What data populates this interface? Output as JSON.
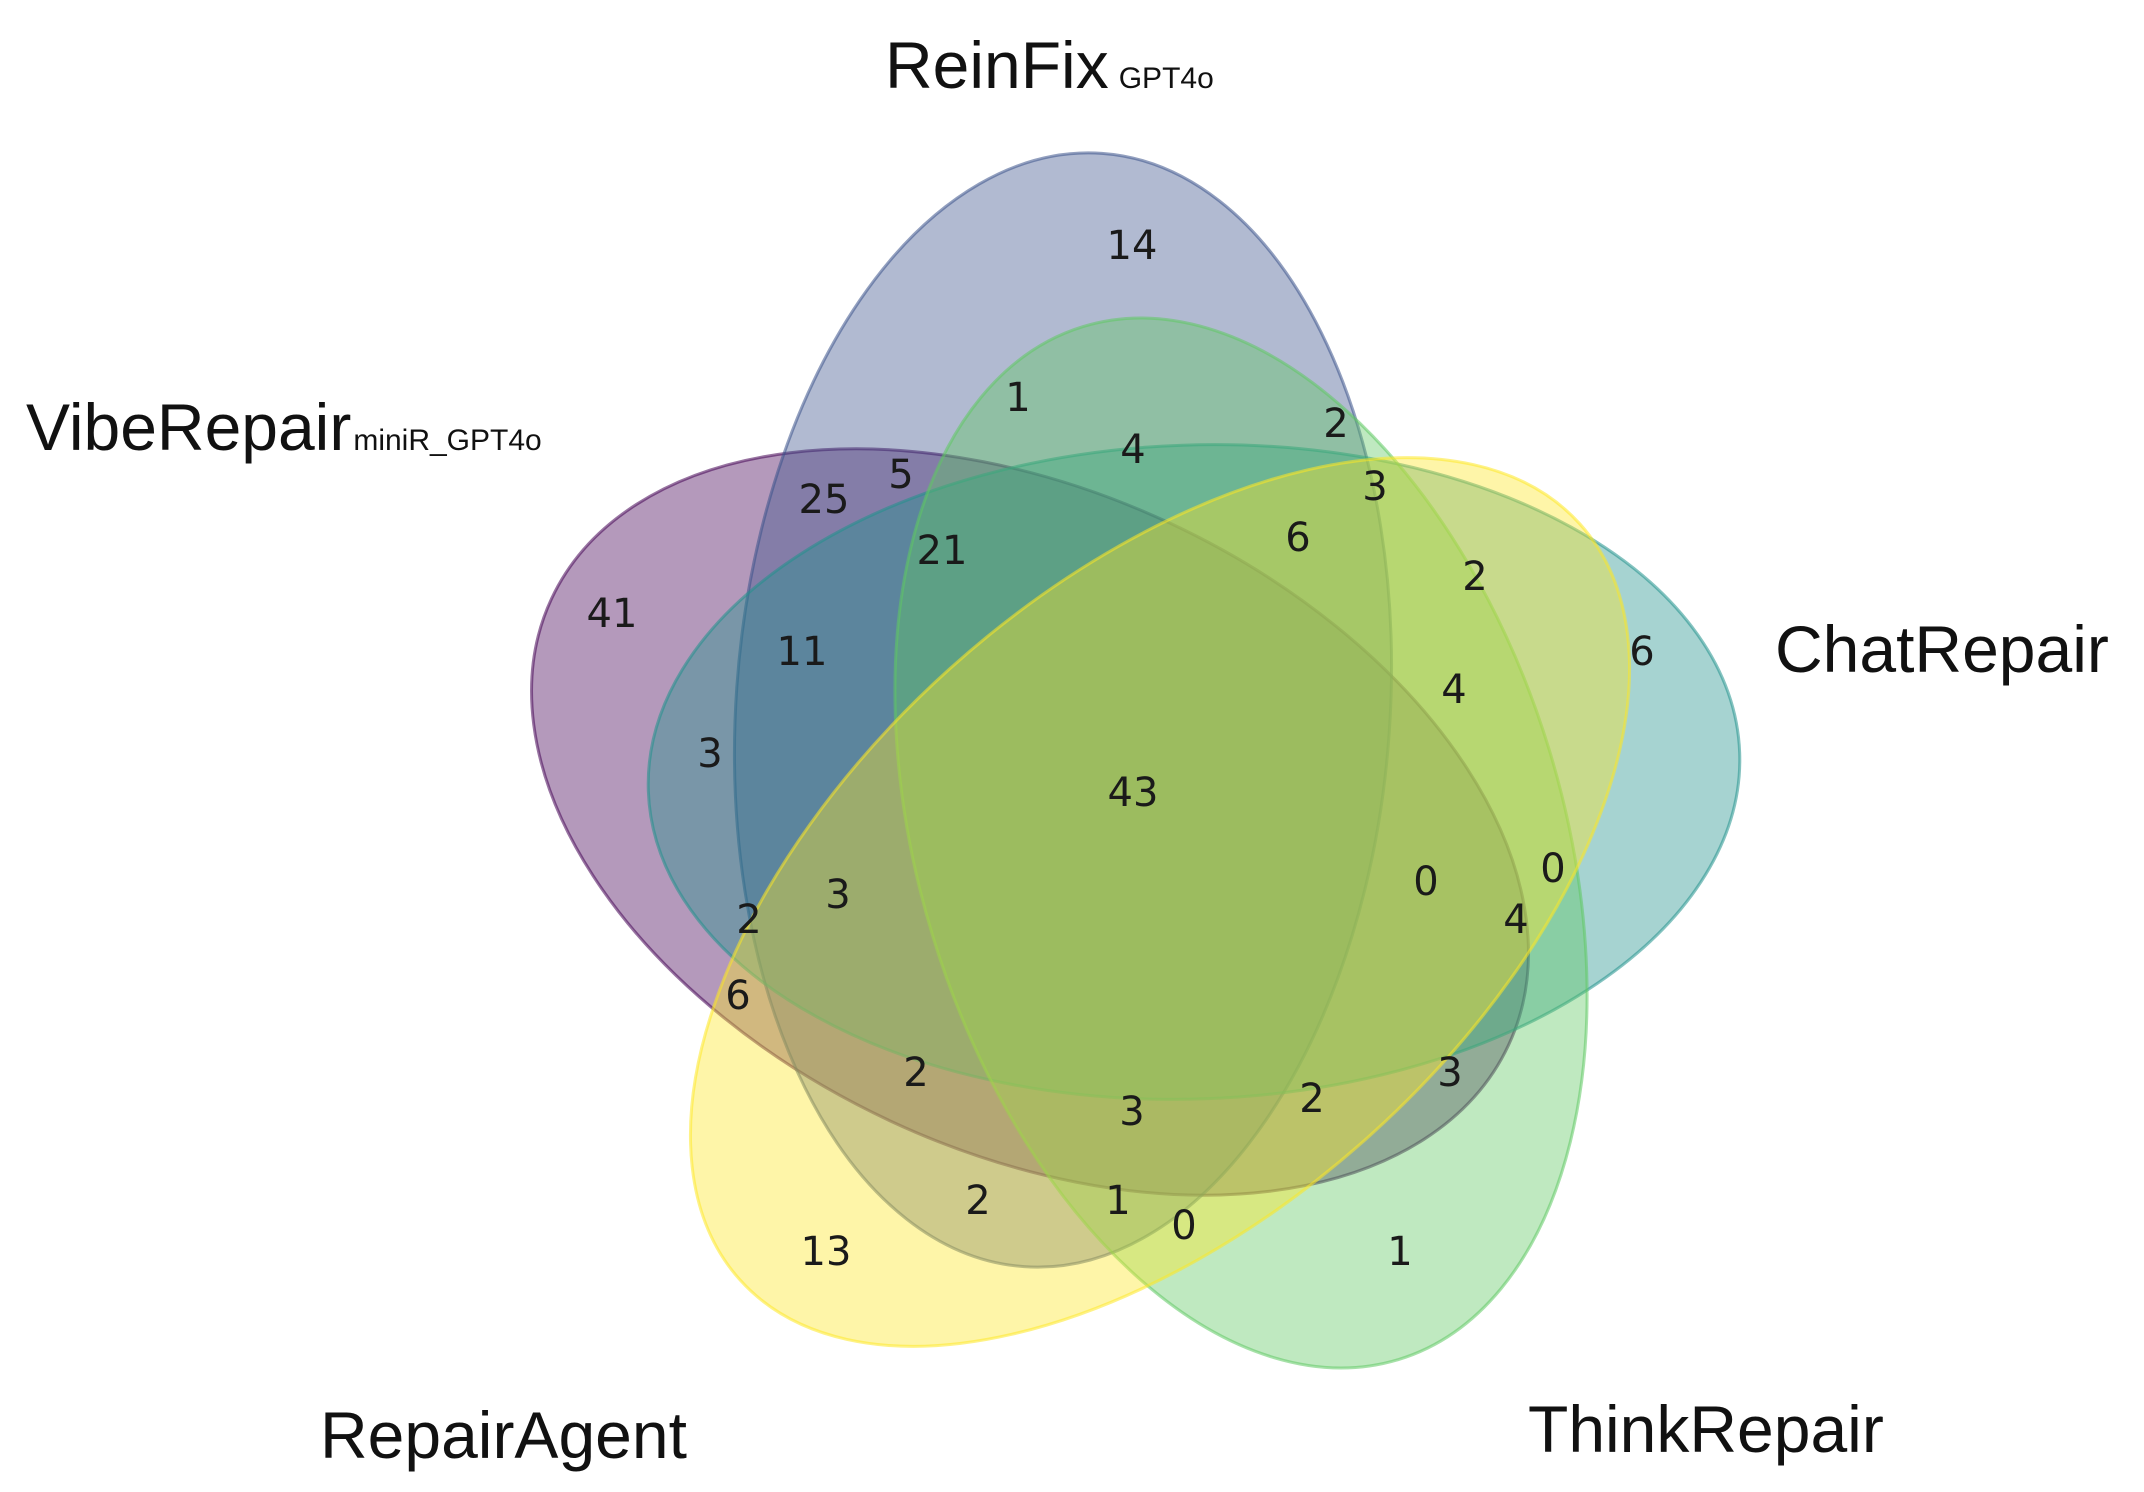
{
  "sets": [
    {
      "key": "vibe",
      "name": "VibeRepair",
      "sub": "miniR_GPT4o",
      "color": "#440154"
    },
    {
      "key": "rein",
      "name": "ReinFix",
      "sub": "GPT4o",
      "color": "#3b528b"
    },
    {
      "key": "chat",
      "name": "ChatRepair",
      "sub": "",
      "color": "#21918c"
    },
    {
      "key": "think",
      "name": "ThinkRepair",
      "sub": "",
      "color": "#5ec962"
    },
    {
      "key": "agent",
      "name": "RepairAgent",
      "sub": "",
      "color": "#fde725"
    }
  ],
  "regions": [
    {
      "id": "rein-only",
      "value": "14"
    },
    {
      "id": "rein-think",
      "value": "1"
    },
    {
      "id": "rein-chat",
      "value": "2"
    },
    {
      "id": "rein-chat-think",
      "value": "4"
    },
    {
      "id": "rein-vibe-a",
      "value": "5"
    },
    {
      "id": "rein-vibe-b",
      "value": "25"
    },
    {
      "id": "rein-chat-agent",
      "value": "3"
    },
    {
      "id": "vibe-rein-chat-think",
      "value": "21"
    },
    {
      "id": "rein-chat-think-agent",
      "value": "6"
    },
    {
      "id": "chat-agent",
      "value": "2"
    },
    {
      "id": "vibe-only",
      "value": "41"
    },
    {
      "id": "vibe-rein-chat",
      "value": "11"
    },
    {
      "id": "chat-only",
      "value": "6"
    },
    {
      "id": "chat-think-agent",
      "value": "4"
    },
    {
      "id": "vibe-chat",
      "value": "3"
    },
    {
      "id": "all-five",
      "value": "43"
    },
    {
      "id": "vibe-rein-chat-agent",
      "value": "3"
    },
    {
      "id": "vibe-chat-think-agent",
      "value": "0"
    },
    {
      "id": "chat-think",
      "value": "0"
    },
    {
      "id": "vibe-chat-agent",
      "value": "2"
    },
    {
      "id": "vibe-chat-think",
      "value": "4"
    },
    {
      "id": "vibe-agent",
      "value": "6"
    },
    {
      "id": "vibe-rein-agent",
      "value": "2"
    },
    {
      "id": "vibe-rein-think-agent",
      "value": "3"
    },
    {
      "id": "vibe-think-agent",
      "value": "2"
    },
    {
      "id": "vibe-think",
      "value": "3"
    },
    {
      "id": "rein-agent",
      "value": "2"
    },
    {
      "id": "rein-think-agent",
      "value": "1"
    },
    {
      "id": "think-agent",
      "value": "0"
    },
    {
      "id": "agent-only",
      "value": "13"
    },
    {
      "id": "think-only",
      "value": "1"
    }
  ]
}
